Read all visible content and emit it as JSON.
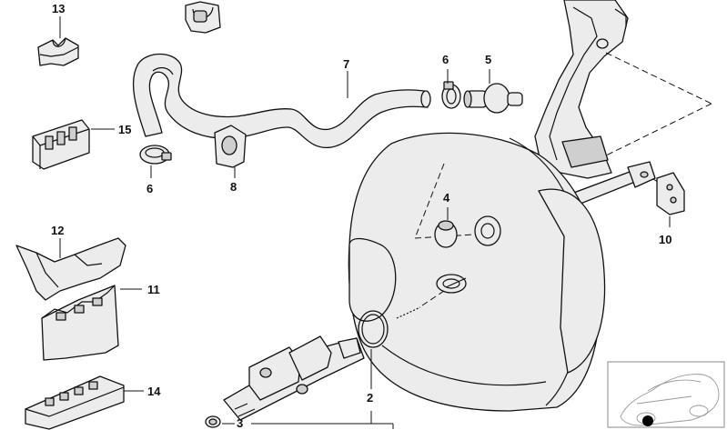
{
  "callouts": {
    "c13": "13",
    "c15": "15",
    "c6a": "6",
    "c6b": "6",
    "c7": "7",
    "c5": "5",
    "c8": "8",
    "c4": "4",
    "c12": "12",
    "c11": "11",
    "c10": "10",
    "c14": "14",
    "c2": "2",
    "c3": "3"
  }
}
